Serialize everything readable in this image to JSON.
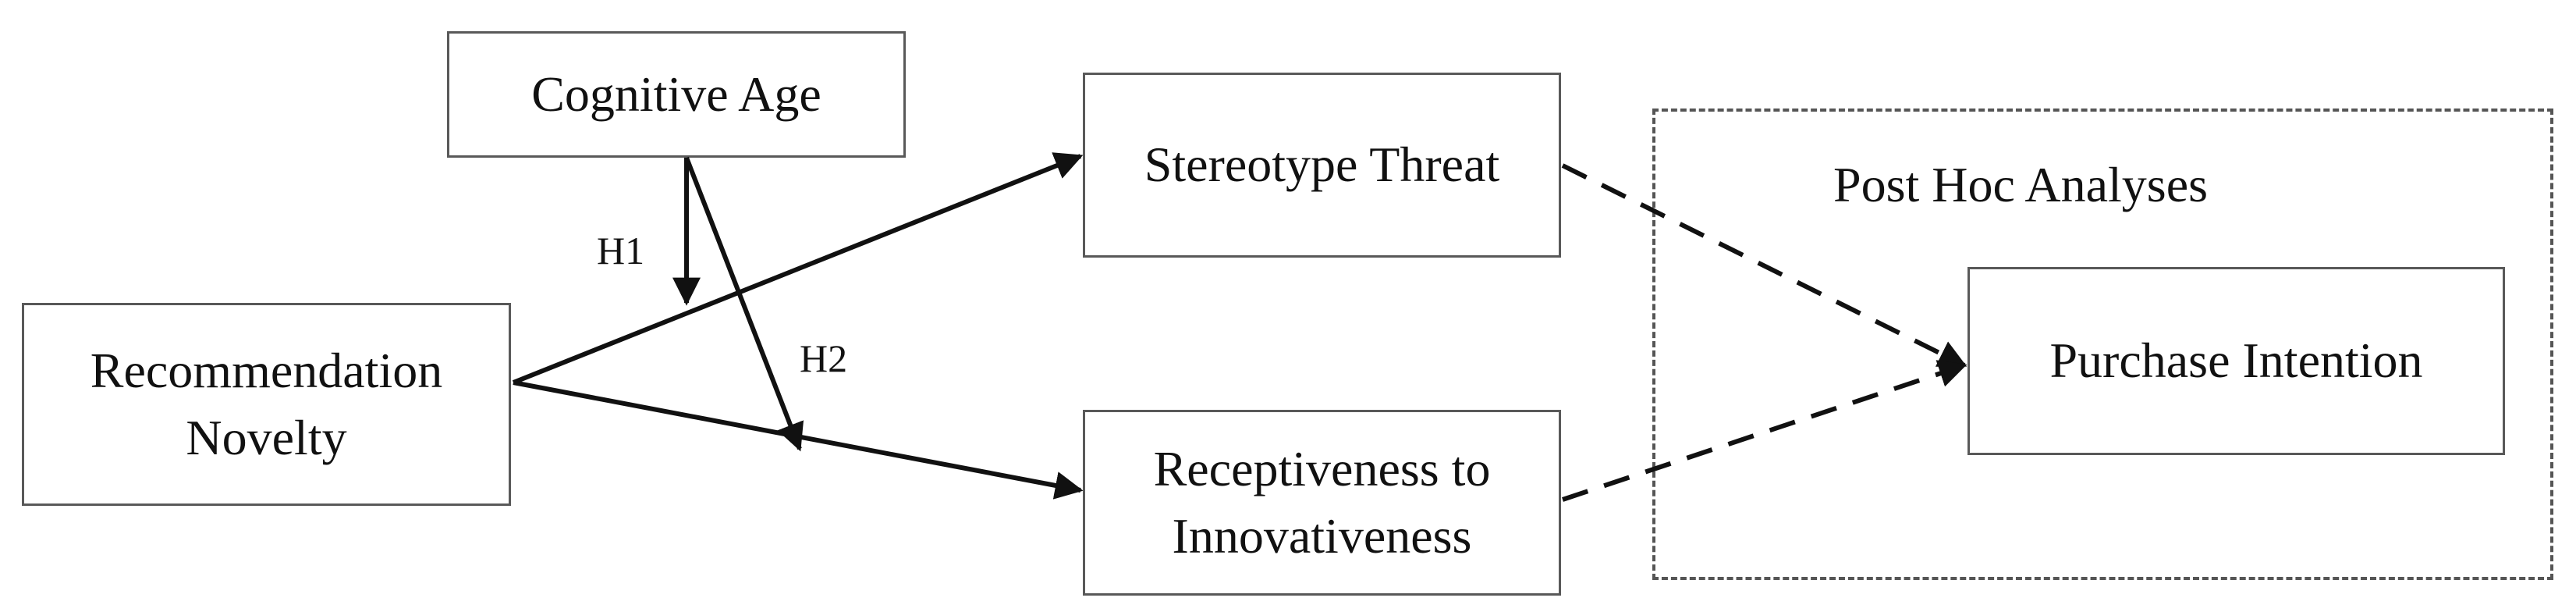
{
  "diagram": {
    "nodes": {
      "cognitive_age": "Cognitive Age",
      "recommendation_novelty": [
        "Recommendation",
        "Novelty"
      ],
      "stereotype_threat": "Stereotype Threat",
      "receptiveness": [
        "Receptiveness to",
        "Innovativeness"
      ],
      "purchase_intention": "Purchase Intention"
    },
    "group": {
      "title": "Post Hoc Analyses"
    },
    "hypotheses": {
      "h1": "H1",
      "h2": "H2"
    },
    "edges": [
      {
        "from": "recommendation_novelty",
        "to": "stereotype_threat",
        "style": "solid"
      },
      {
        "from": "recommendation_novelty",
        "to": "receptiveness",
        "style": "solid"
      },
      {
        "from": "cognitive_age",
        "to": "recommendation_novelty -> stereotype_threat",
        "style": "solid",
        "label": "H1"
      },
      {
        "from": "cognitive_age",
        "to": "recommendation_novelty -> receptiveness",
        "style": "solid",
        "label": "H2"
      },
      {
        "from": "stereotype_threat",
        "to": "purchase_intention",
        "style": "dashed"
      },
      {
        "from": "receptiveness",
        "to": "purchase_intention",
        "style": "dashed"
      }
    ],
    "colors": {
      "line": "#111111",
      "box_border": "#595959",
      "group_border": "#555555"
    }
  }
}
